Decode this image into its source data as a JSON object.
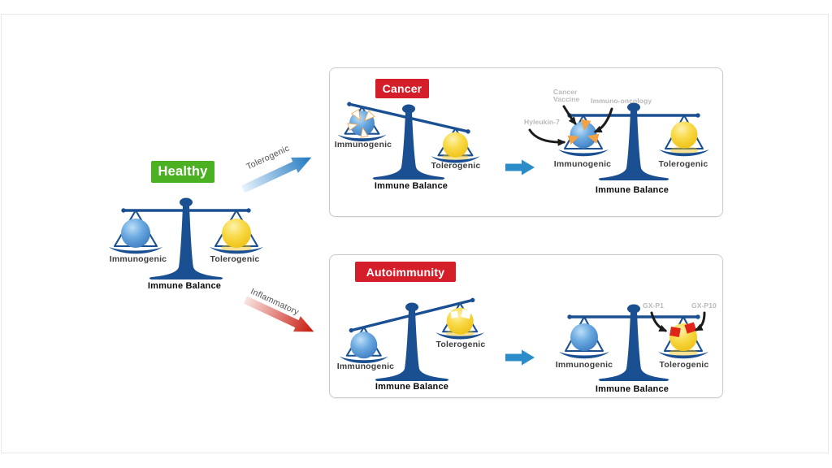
{
  "healthy": {
    "title": "Healthy",
    "scale": {
      "left": "Immunogenic",
      "right": "Tolerogenic",
      "base": "Immune Balance"
    }
  },
  "transition_arrows": {
    "to_cancer": "Tolerogenic",
    "to_autoimmunity": "Inflammatory"
  },
  "cancer": {
    "title": "Cancer",
    "before": {
      "left": "Immunogenic",
      "right": "Tolerogenic",
      "base": "Immune Balance"
    },
    "after": {
      "left": "Immunogenic",
      "right": "Tolerogenic",
      "base": "Immune Balance",
      "annotations": {
        "cancer_vaccine": "Cancer\nVaccine",
        "immuno_oncology": "Immuno-oncology",
        "hyleukin7": "Hyleukin-7"
      }
    }
  },
  "autoimmunity": {
    "title": "Autoimmunity",
    "before": {
      "left": "Immunogenic",
      "right": "Tolerogenic",
      "base": "Immune Balance"
    },
    "after": {
      "left": "Immunogenic",
      "right": "Tolerogenic",
      "base": "Immune Balance",
      "annotations": {
        "gx_p1": "GX-P1",
        "gx_p10": "GX-P10"
      }
    }
  },
  "colors": {
    "healthy_green": "#4cb122",
    "disease_red": "#d41f2b",
    "scale_blue": "#1a5092",
    "ball_blue_light": "#bcdff7",
    "ball_blue_mid": "#6ba9e0",
    "ball_blue_dark": "#3878bd",
    "ball_yellow_light": "#fdf2ad",
    "ball_yellow_mid": "#f8d947",
    "ball_yellow_dark": "#eebf10",
    "orange_patch": "#f4a143",
    "red_patch": "#e02418",
    "block_arrow_blue": "#2b8cc7",
    "grad_arrow_blue_tail": "#e8f3fc",
    "grad_arrow_blue_head": "#1f78c0",
    "grad_arrow_red_tail": "#f9e4e1",
    "grad_arrow_red_head": "#c7170c",
    "annotation_gray": "#b9b9b9",
    "black_arrow": "#1c1c1c"
  }
}
